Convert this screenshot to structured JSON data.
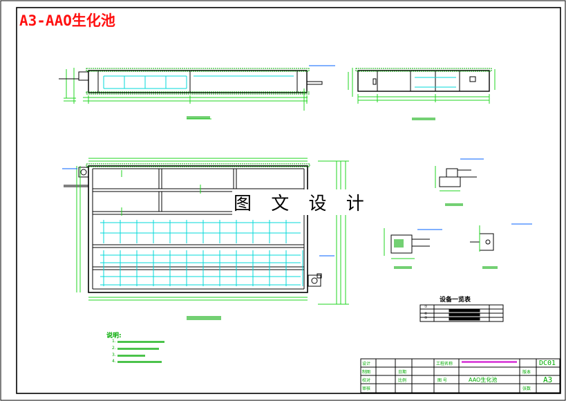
{
  "drawing": {
    "title": "A3-AAO生化池",
    "watermark": "图 文 设 计",
    "colors": {
      "title": "#ff1010",
      "line": "#000000",
      "pipe": "#00d8d8",
      "dim": "#1fd41f",
      "hatch": "#00aa00",
      "tag": "#0060ff"
    }
  },
  "equipment_table": {
    "title": "设备一览表",
    "rows": [
      "①",
      "②",
      "③"
    ]
  },
  "notes": {
    "heading": "说明:",
    "items": [
      "1.",
      "2.",
      "3.",
      "4."
    ]
  },
  "title_block": {
    "drawing_name": "AAO生化池",
    "size": "A3",
    "code": "DC01",
    "cells_left": [
      "设计",
      "制图",
      "校对",
      "审核"
    ],
    "cells_mid": [
      "日期",
      "比例"
    ],
    "labels": [
      "工程名称",
      "图 号",
      "版本",
      "张数"
    ]
  }
}
